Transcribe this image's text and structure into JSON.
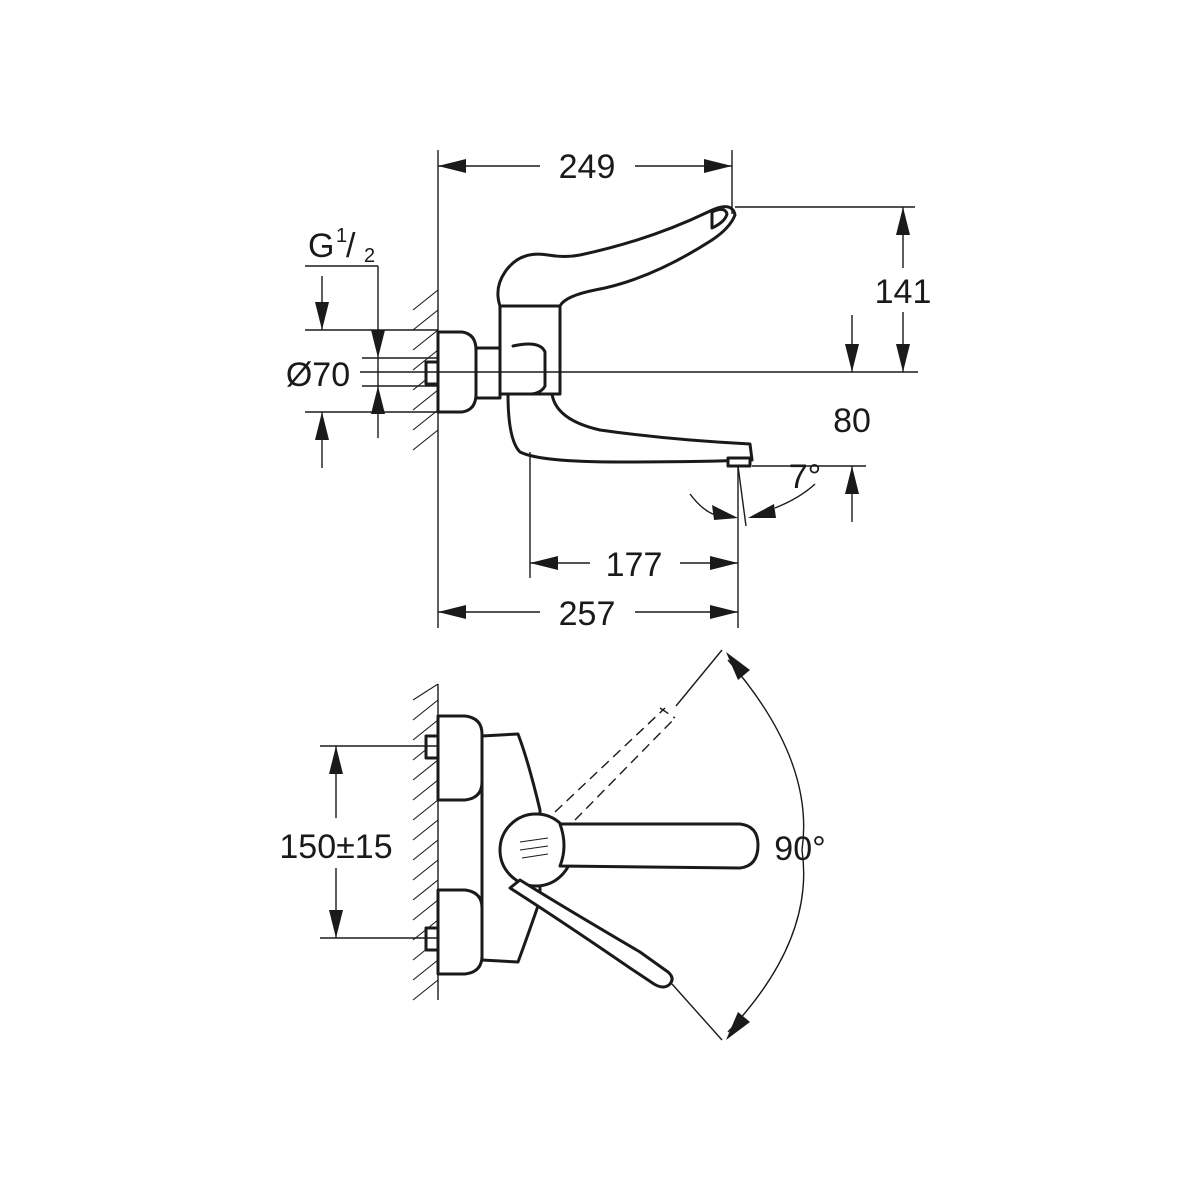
{
  "dimensions": {
    "overall_height_249": "249",
    "handle_height_141": "141",
    "spout_drop_80": "80",
    "angle_7": "7°",
    "spout_length_177": "177",
    "projection_257": "257",
    "thread": "G",
    "thread_num": "1",
    "thread_den": "2",
    "flange_diameter": "Ø70",
    "centers": "150±15",
    "swivel_angle": "90°"
  },
  "colors": {
    "line": "#1a1a1a",
    "background": "#ffffff"
  }
}
